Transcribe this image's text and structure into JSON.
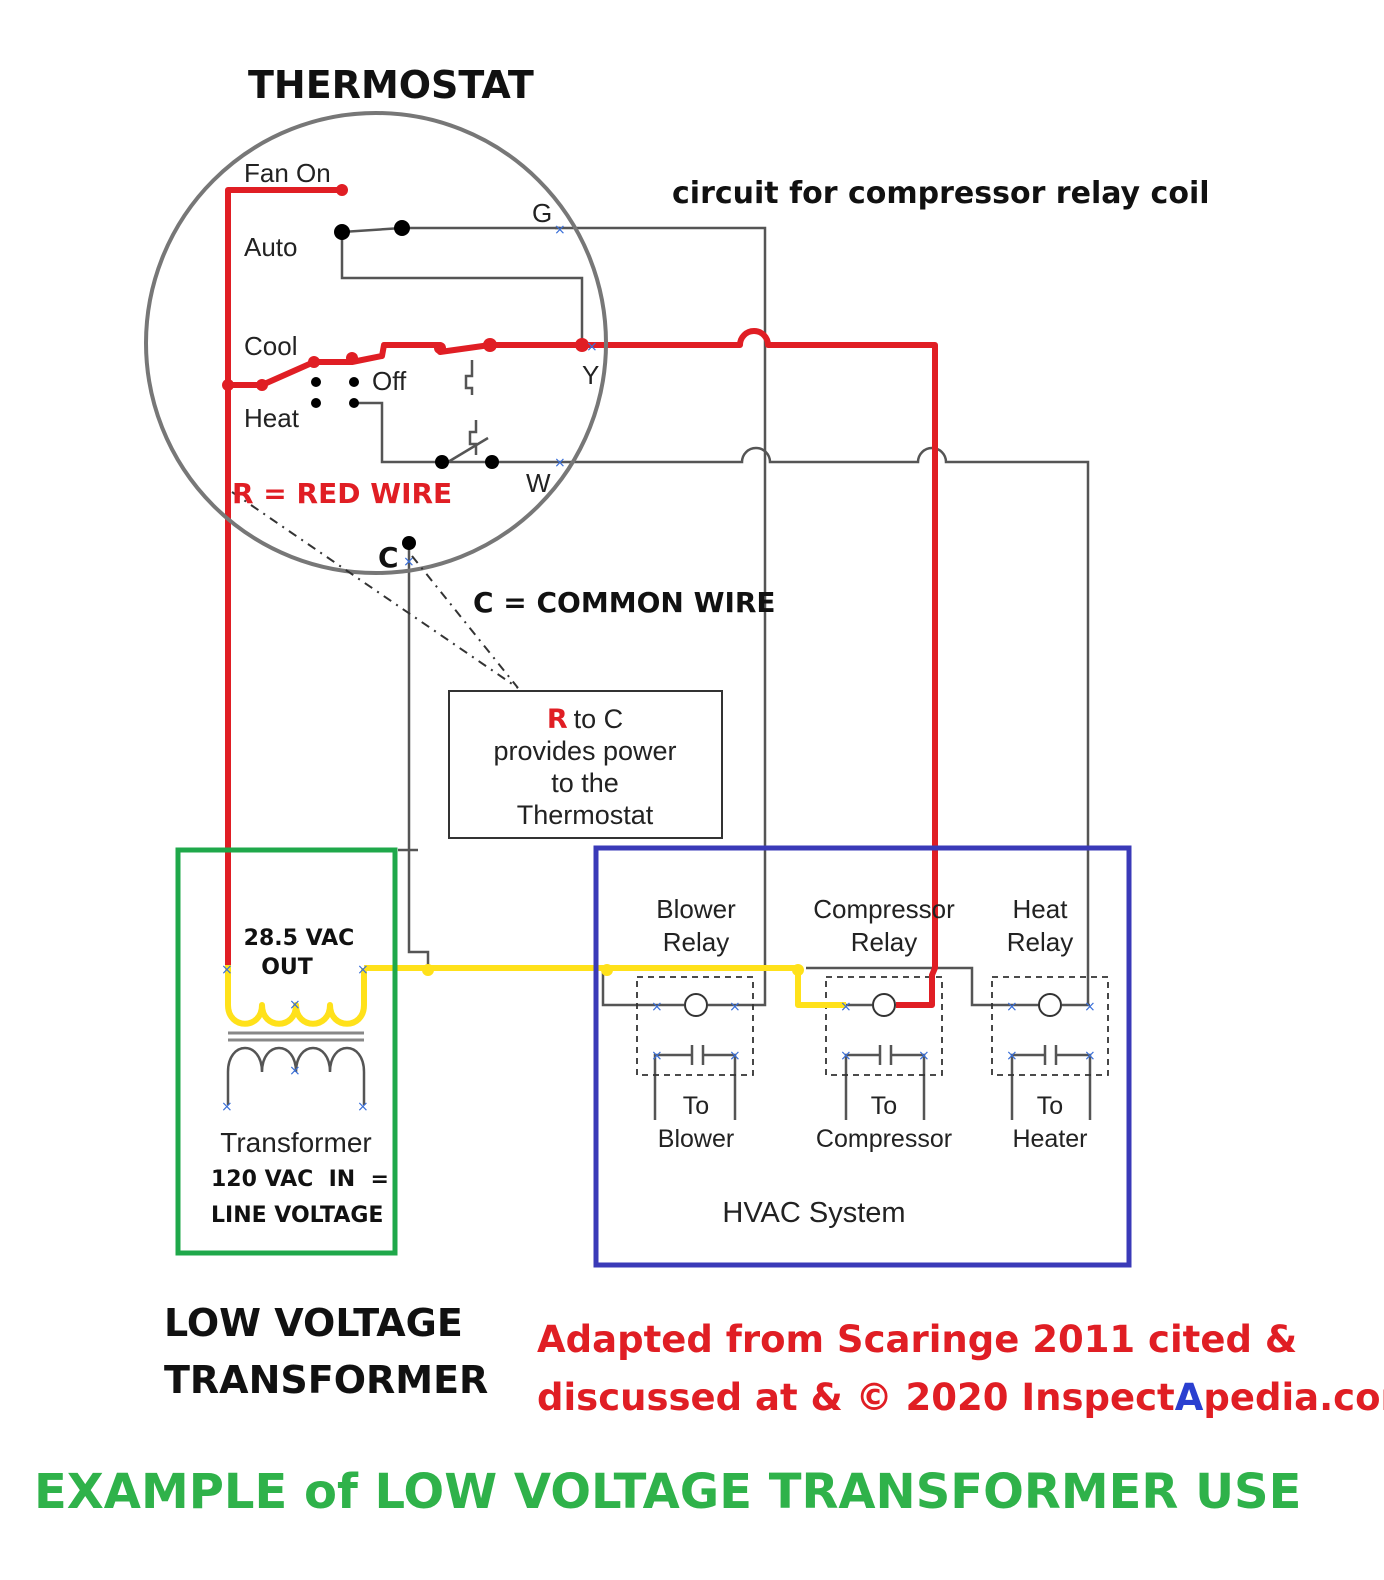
{
  "title": "THERMOSTAT",
  "compressor_note": "circuit for compressor relay coil",
  "thermostat": {
    "fan_on": "Fan On",
    "auto": "Auto",
    "cool": "Cool",
    "off": "Off",
    "heat": "Heat",
    "terminal_g": "G",
    "terminal_y": "Y",
    "terminal_w": "W",
    "terminal_c": "C"
  },
  "red_wire_label": "R = RED WIRE",
  "common_wire_label": "C = COMMON WIRE",
  "callout": {
    "r": "R",
    "line1_rest": "to C",
    "line2": "provides power",
    "line3": "to the",
    "line4": "Thermostat"
  },
  "transformer": {
    "out_line1": "28.5 VAC",
    "out_line2": "OUT",
    "name": "Transformer",
    "in_line1": "120 VAC  IN  =",
    "in_line2": "LINE VOLTAGE"
  },
  "relays": [
    {
      "name_line1": "Blower",
      "name_line2": "Relay",
      "to_line1": "To",
      "to_line2": "Blower"
    },
    {
      "name_line1": "Compressor",
      "name_line2": "Relay",
      "to_line1": "To",
      "to_line2": "Compressor"
    },
    {
      "name_line1": "Heat",
      "name_line2": "Relay",
      "to_line1": "To",
      "to_line2": "Heater"
    }
  ],
  "hvac_label": "HVAC System",
  "low_voltage_line1": "LOW VOLTAGE",
  "low_voltage_line2": "TRANSFORMER",
  "credit": {
    "line1": "Adapted from Scaringe 2011 cited &",
    "line2_a": "discussed at & © 2020 Inspect",
    "line2_b": "A",
    "line2_c": "pedia.com"
  },
  "footer": "EXAMPLE of LOW VOLTAGE TRANSFORMER USE",
  "colors": {
    "red_wire": "#e01e24",
    "yellow_wire": "#ffe11a",
    "transformer_box": "#1fa84a",
    "hvac_box": "#3a3ab8",
    "footer_green": "#2fb24a",
    "credit_red": "#e01e24",
    "credit_blue": "#2a3fd0"
  }
}
